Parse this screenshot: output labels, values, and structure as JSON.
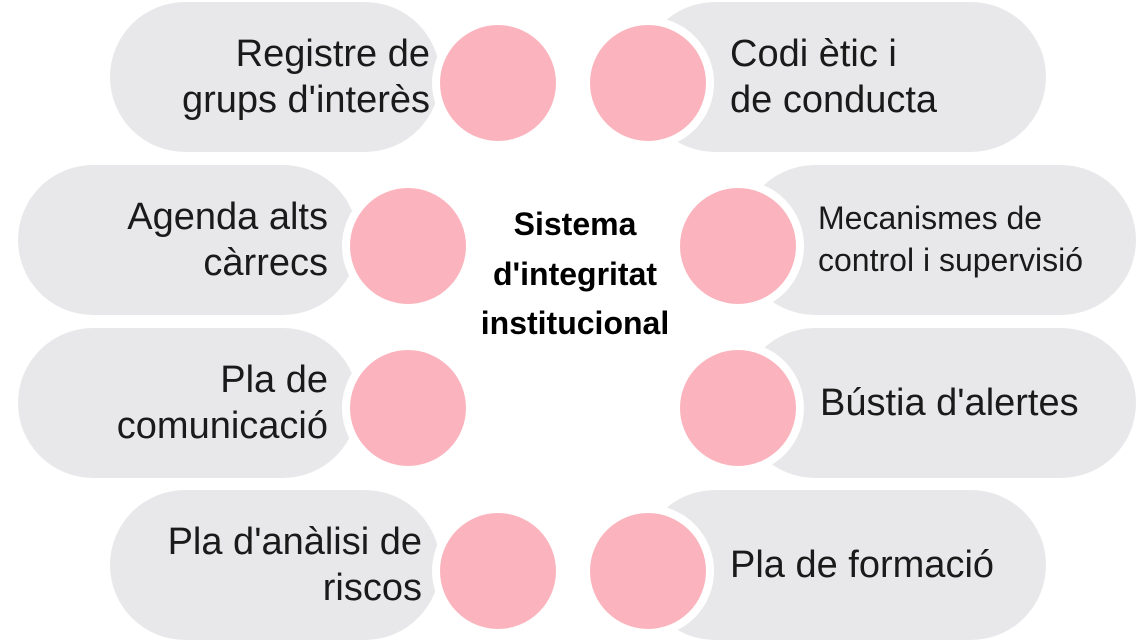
{
  "diagram": {
    "center_title": "Sistema\nd'integritat\ninstitucional",
    "left_items": [
      {
        "label": "Registre de\ngrups d'interès"
      },
      {
        "label": "Agenda alts\ncàrrecs"
      },
      {
        "label": "Pla de\ncomunicació"
      },
      {
        "label": "Pla d'anàlisi de\nriscos"
      }
    ],
    "right_items": [
      {
        "label": "Codi ètic i\nde conducta"
      },
      {
        "label": "Mecanismes de\ncontrol i supervisió"
      },
      {
        "label": "Bústia d'alertes"
      },
      {
        "label": "Pla de formació"
      }
    ],
    "colors": {
      "pill_background": "#e8e8ea",
      "circle_fill": "#fbb4bd",
      "text": "#1a1a1a"
    }
  }
}
